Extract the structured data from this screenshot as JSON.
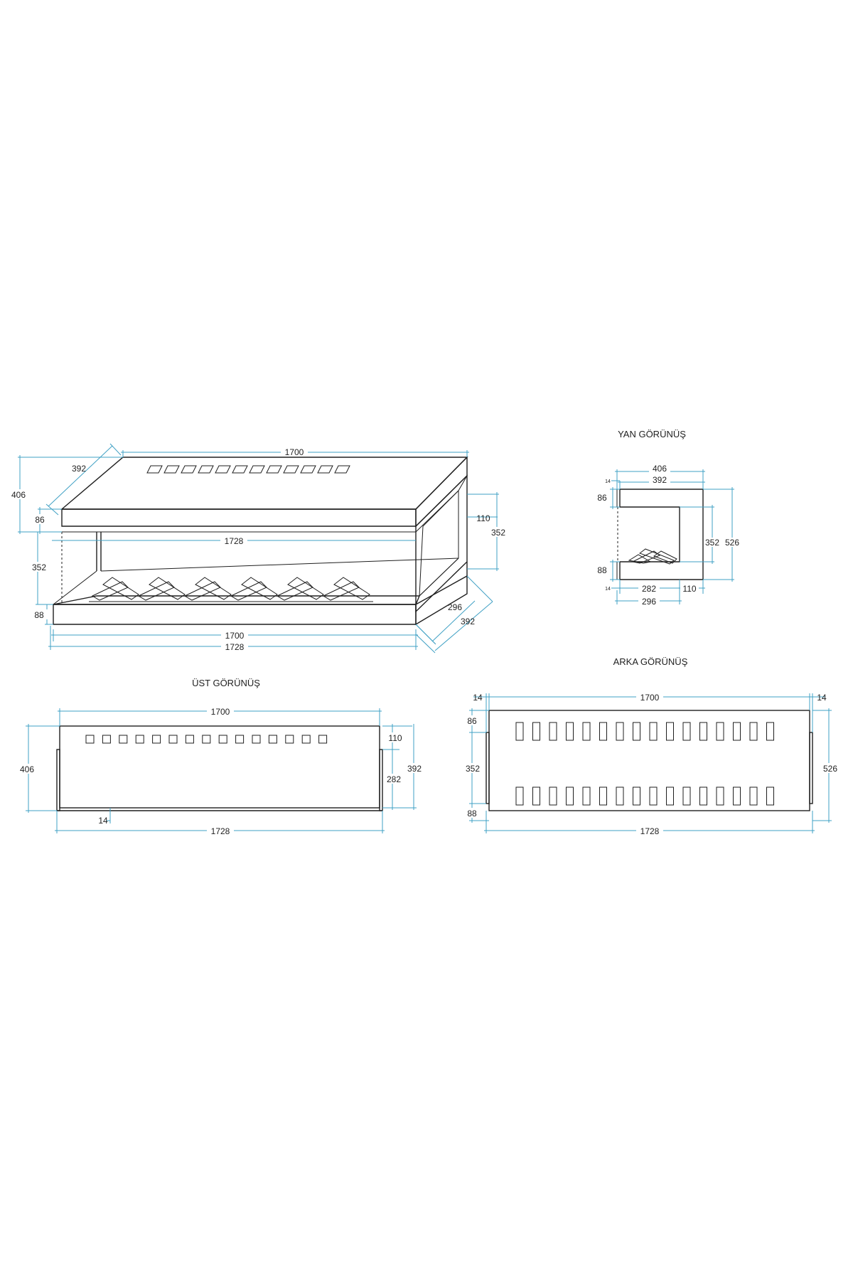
{
  "views": {
    "side": {
      "title": "YAN GÖRÜNÜŞ"
    },
    "top": {
      "title": "ÜST GÖRÜNÜŞ"
    },
    "back": {
      "title": "ARKA  GÖRÜNÜŞ"
    }
  },
  "dims": {
    "iso": {
      "top_width": "1700",
      "top_depth": "392",
      "total_height": "406",
      "hood_height": "86",
      "opening_height": "352",
      "base_height": "88",
      "inner_width": "1728",
      "right_hood": "110",
      "right_opening": "352",
      "base_depth_inner": "296",
      "base_depth_outer": "392",
      "front_width": "1700",
      "overall_width": "1728"
    },
    "side": {
      "outer_depth": "406",
      "inner_depth": "392",
      "left_offset_top": "14",
      "hood": "86",
      "opening": "352",
      "total_height": "526",
      "base": "88",
      "left_offset_bottom": "14",
      "floor_depth": "282",
      "right_offset": "110",
      "base_depth": "296"
    },
    "top": {
      "width": "1700",
      "depth": "406",
      "front_offset": "110",
      "side_depth": "392",
      "inner_depth": "282",
      "side_thickness": "14",
      "overall_width": "1728"
    },
    "back": {
      "left_offset": "14",
      "width": "1700",
      "right_offset": "14",
      "hood": "86",
      "opening": "352",
      "base": "88",
      "height": "526",
      "overall_width": "1728"
    }
  },
  "vents": {
    "iso_count": 12,
    "top_count": 15,
    "back_row_count": 16
  },
  "colors": {
    "line": "#1f1f1f",
    "dimension": "#3fa0c4",
    "background": "#ffffff"
  }
}
